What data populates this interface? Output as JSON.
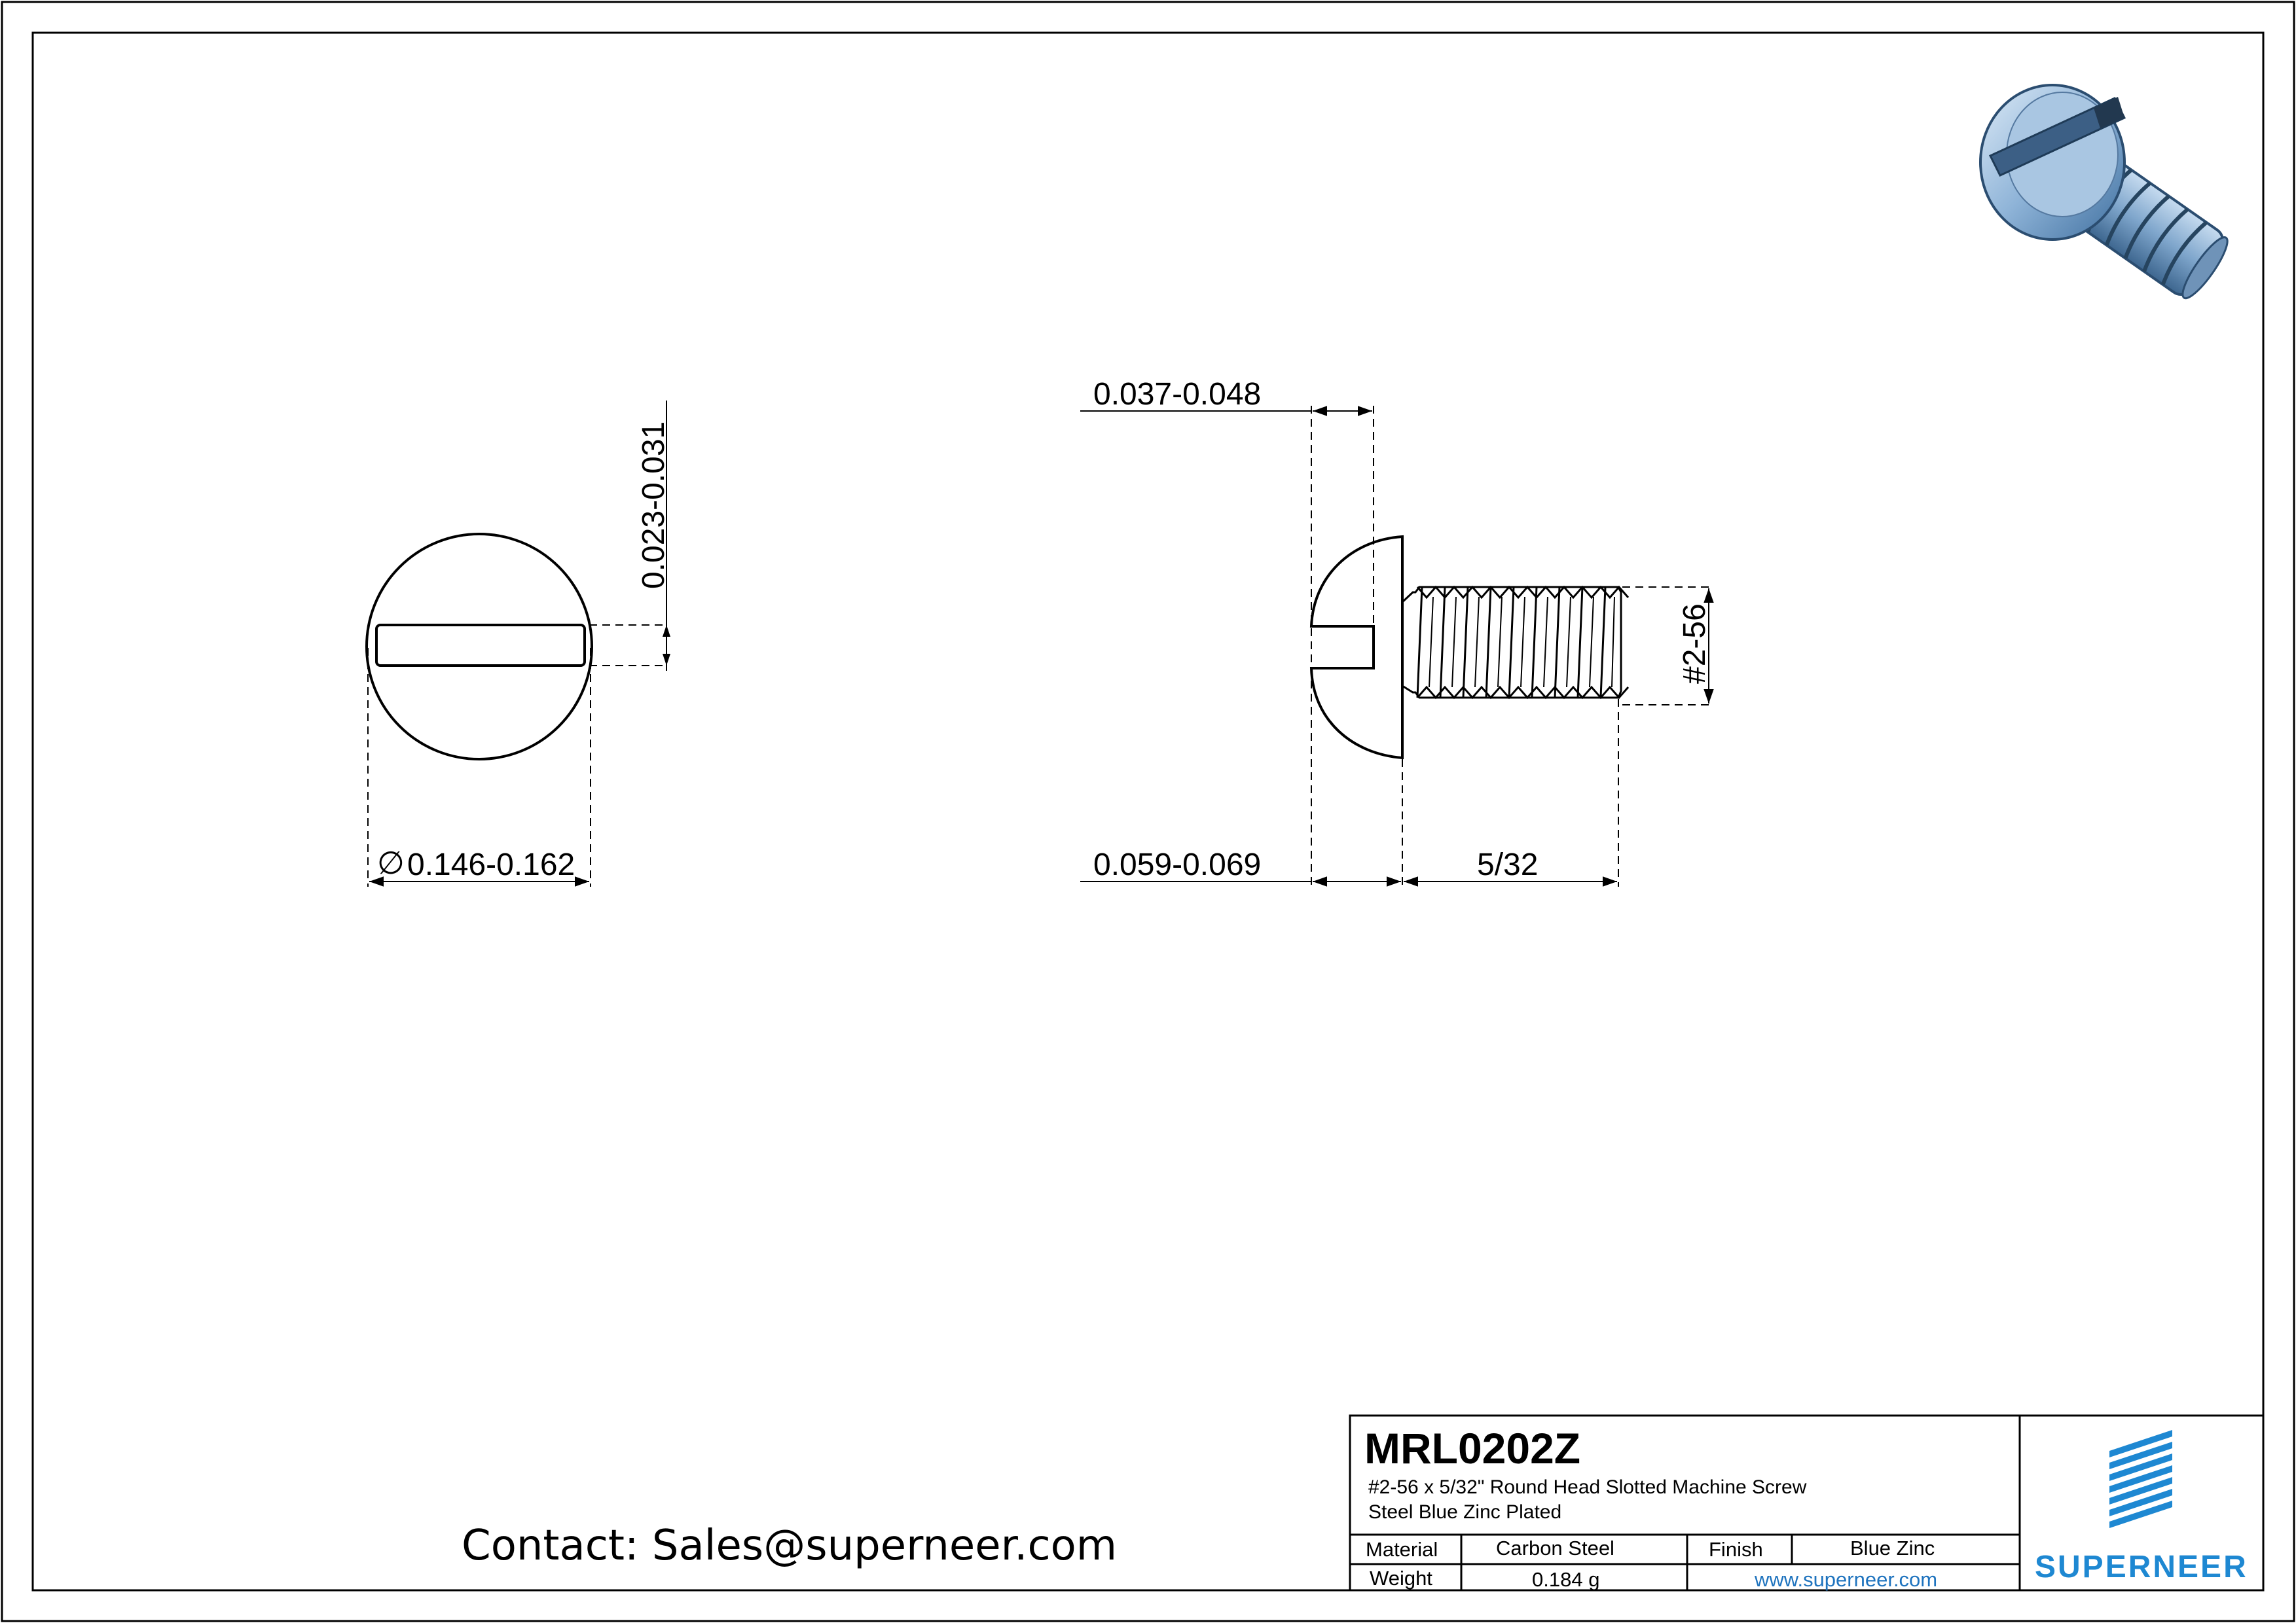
{
  "drawing": {
    "dimensions": {
      "head_diameter": "0.146-0.162",
      "slot_width": "0.023-0.031",
      "slot_depth": "0.037-0.048",
      "head_height": "0.059-0.069",
      "length": "5/32",
      "thread": "#2-56"
    },
    "diameter_symbol": "∅"
  },
  "title_block": {
    "part_number": "MRL0202Z",
    "description_line1": "#2-56 x 5/32\" Round Head Slotted  Machine Screw",
    "description_line2": "Steel Blue Zinc Plated",
    "material_label": "Material",
    "material_value": "Carbon Steel",
    "finish_label": "Finish",
    "finish_value": "Blue Zinc",
    "weight_label": "Weight",
    "weight_value": "0.184 g",
    "website": "www.superneer.com"
  },
  "logo": {
    "brand": "SUPERNEER",
    "color": "#1e88d2"
  },
  "contact": {
    "text": "Contact: Sales@superneer.com"
  },
  "render": {
    "screw_color": "#8fb4d8",
    "line_color": "#000000"
  }
}
